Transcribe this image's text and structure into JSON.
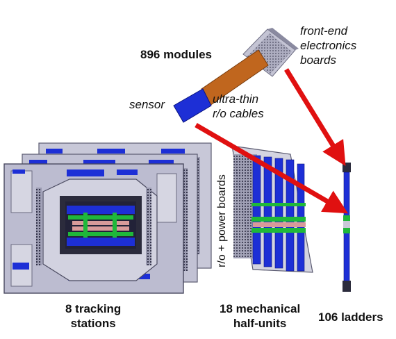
{
  "labels": {
    "modules": "896 modules",
    "front_end": [
      "front-end",
      "electronics",
      "boards"
    ],
    "sensor": "sensor",
    "cables": [
      "ultra-thin",
      "r/o cables"
    ],
    "ro_power": "r/o + power boards",
    "stations": [
      "8 tracking",
      "stations"
    ],
    "half_units": [
      "18 mechanical",
      "half-units"
    ],
    "ladders": "106 ladders"
  },
  "colors": {
    "arrow": "#e01010",
    "sensor": "#1d2fd6",
    "cable": "#c0661e",
    "frame": "#b6b6cc",
    "green": "#1fb83a",
    "pink": "#d89a9a"
  }
}
